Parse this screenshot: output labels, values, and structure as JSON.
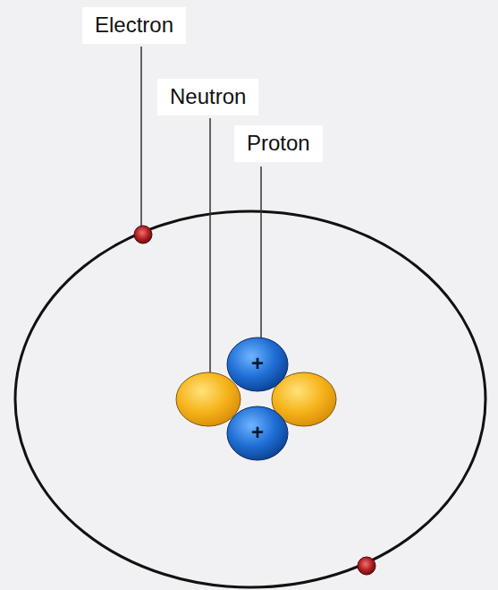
{
  "diagram": {
    "labels": [
      "Electron",
      "Neutron",
      "Proton",
      "+",
      "+"
    ]
  }
}
